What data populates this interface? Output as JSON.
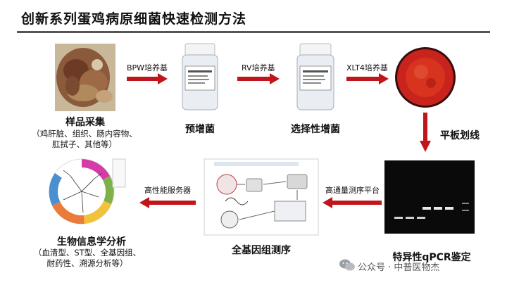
{
  "title": "创新系列蛋鸡病原细菌快速检测方法",
  "steps": {
    "sample": {
      "label": "样品采集",
      "note1": "（鸡肝脏、组织、肠内容物、",
      "note2": "肛拭子、其他等）"
    },
    "pre": {
      "label": "预增菌"
    },
    "selective": {
      "label": "选择性增菌"
    },
    "plate": {
      "label": "平板划线"
    },
    "qpcr": {
      "label": "特异性qPCR鉴定"
    },
    "wgs": {
      "label": "全基因组测序"
    },
    "bio": {
      "label": "生物信息学分析",
      "note1": "（血清型、ST型、全基因组、",
      "note2": "耐药性、溯源分析等）"
    }
  },
  "arrows": {
    "a1": "BPW培养基",
    "a2": "RV培养基",
    "a3": "XLT4培养基",
    "a4": "高通量测序平台",
    "a5": "高性能服务器"
  },
  "watermark": "公众号 · 中普医物杰",
  "colors": {
    "arrow": "#c0161b",
    "plate": "#c8231d"
  }
}
